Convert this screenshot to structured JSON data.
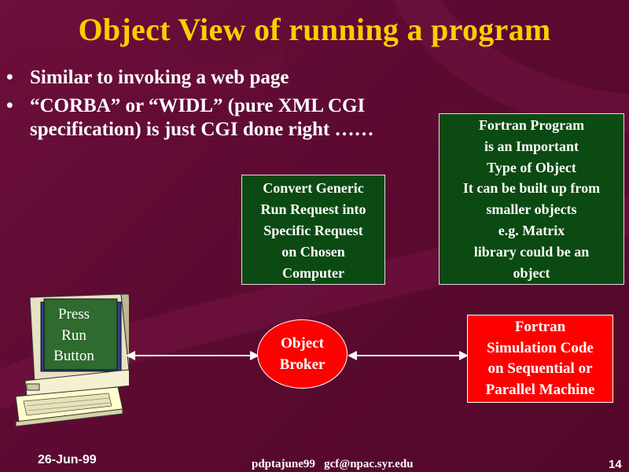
{
  "title": "Object View of running a program",
  "bullets": [
    "Similar to invoking a web page",
    "“CORBA” or “WIDL” (pure XML CGI specification) is just CGI done right ……"
  ],
  "bullet_marker": "•",
  "boxes": {
    "convert": "Convert Generic\nRun Request into\nSpecific Request\non Chosen\nComputer",
    "fortran_program": "Fortran Program\nis an Important\nType of Object\nIt can be built up from\nsmaller objects\ne.g. Matrix\nlibrary could be an\nobject",
    "object_broker": "Object\nBroker",
    "simulation": "Fortran\nSimulation Code\non Sequential or\nParallel Machine"
  },
  "computer": {
    "screen_text": "Press\nRun\nButton"
  },
  "footer": {
    "date": "26-Jun-99",
    "center": "pdptajune99   gcf@npac.syr.edu",
    "page": "14"
  },
  "colors": {
    "background": "#5c0a31",
    "title": "#ffcc00",
    "green_box": "#0b4a12",
    "red_box": "#ff0000"
  },
  "icons": [
    "computer-icon",
    "double-arrow-icon"
  ]
}
